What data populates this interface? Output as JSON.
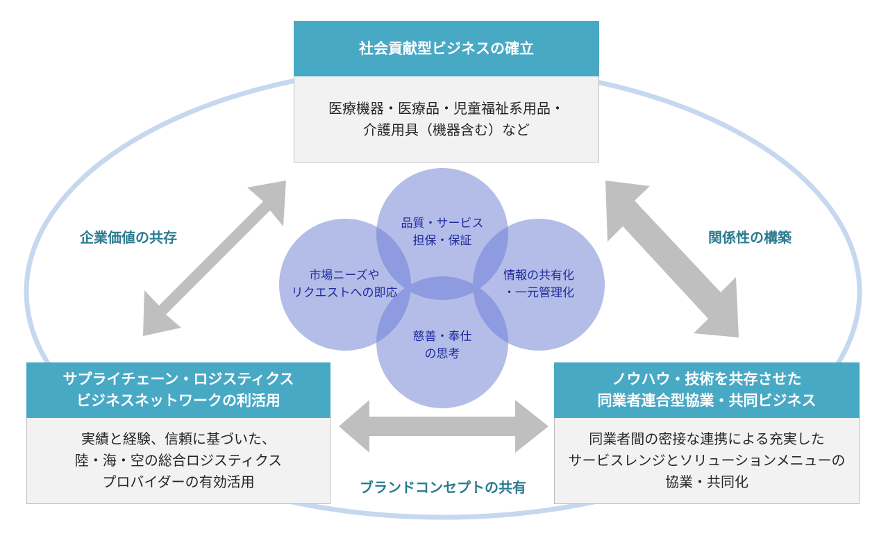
{
  "top_box": {
    "title": "社会貢献型ビジネスの確立",
    "body_lines": [
      "医療機器・医療品・児童福祉系用品・",
      "介護用具（機器含む）など"
    ]
  },
  "left_box": {
    "title_lines": [
      "サプライチェーン・ロジスティクス",
      "ビジネスネットワークの利活用"
    ],
    "body_lines": [
      "実績と経験、信頼に基づいた、",
      "陸・海・空の総合ロジスティクス",
      "プロバイダーの有効活用"
    ]
  },
  "right_box": {
    "title_lines": [
      "ノウハウ・技術を共存させた",
      "同業者連合型協業・共同ビジネス"
    ],
    "body_lines": [
      "同業者間の密接な連携による充実した",
      "サービスレンジとソリューションメニューの",
      "協業・共同化"
    ]
  },
  "labels": {
    "left_arrow": "企業価値の共存",
    "right_arrow": "関係性の構築",
    "bottom_arrow": "ブランドコンセプトの共有"
  },
  "circles": {
    "top": [
      "品質・サービス",
      "担保・保証"
    ],
    "left": [
      "市場ニーズや",
      "リクエストへの即応"
    ],
    "right": [
      "情報の共有化",
      "・一元管理化"
    ],
    "bottom": [
      "慈善・奉仕",
      "の思考"
    ]
  },
  "colors": {
    "teal_header": "#48a9c5",
    "teal_text": "#2b7a8f",
    "ellipse": "#c6d8ef",
    "circle_fill": "#b4bde8",
    "circle_overlap": "#8f9be0",
    "circle_text": "#1f2a9e",
    "arrow": "#bfbfbf"
  }
}
